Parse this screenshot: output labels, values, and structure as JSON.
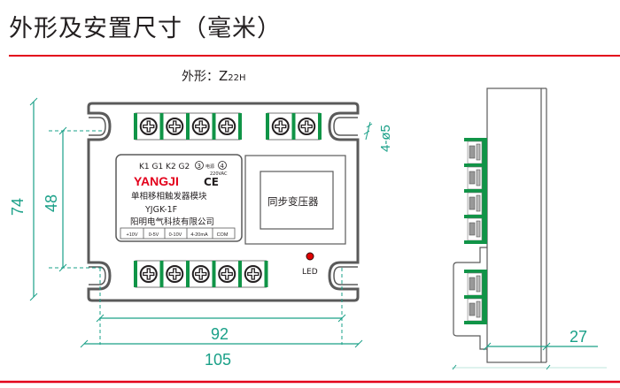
{
  "header": {
    "title": "外形及安置尺寸（毫米）",
    "shape_label": "外形：",
    "shape_model_main": "Z",
    "shape_model_sub": "22H"
  },
  "colors": {
    "rule_red": "#e3001b",
    "dimension_teal": "#1aa088",
    "terminal_green": "#109447",
    "outline_gray": "#5a5a5a",
    "brand_red": "#e3001b",
    "led_red": "#e00000"
  },
  "module": {
    "terminal_labels": "K1 G1 K2 G2",
    "circle_3": "3",
    "power_label": "电源",
    "circle_4": "4",
    "voltage": "220VAC",
    "brand": "YANGJI",
    "ce_mark": "CE",
    "product_name": "单相移相触发器模块",
    "model_number": "YJGK-1F",
    "company": "阳明电气科技有限公司",
    "inputs": [
      "+10V",
      "0-5V",
      "0-10V",
      "4-20mA",
      "COM"
    ],
    "transformer_label": "同步变压器",
    "led_label": "LED",
    "top_terminal_group_a": 4,
    "top_terminal_group_b": 2,
    "bottom_terminals": 5
  },
  "dimensions": {
    "overall_height": "74",
    "hole_spacing_vertical": "48",
    "hole_spacing_horizontal": "92",
    "overall_width": "105",
    "depth": "27",
    "mount_holes": "4-ø5"
  }
}
